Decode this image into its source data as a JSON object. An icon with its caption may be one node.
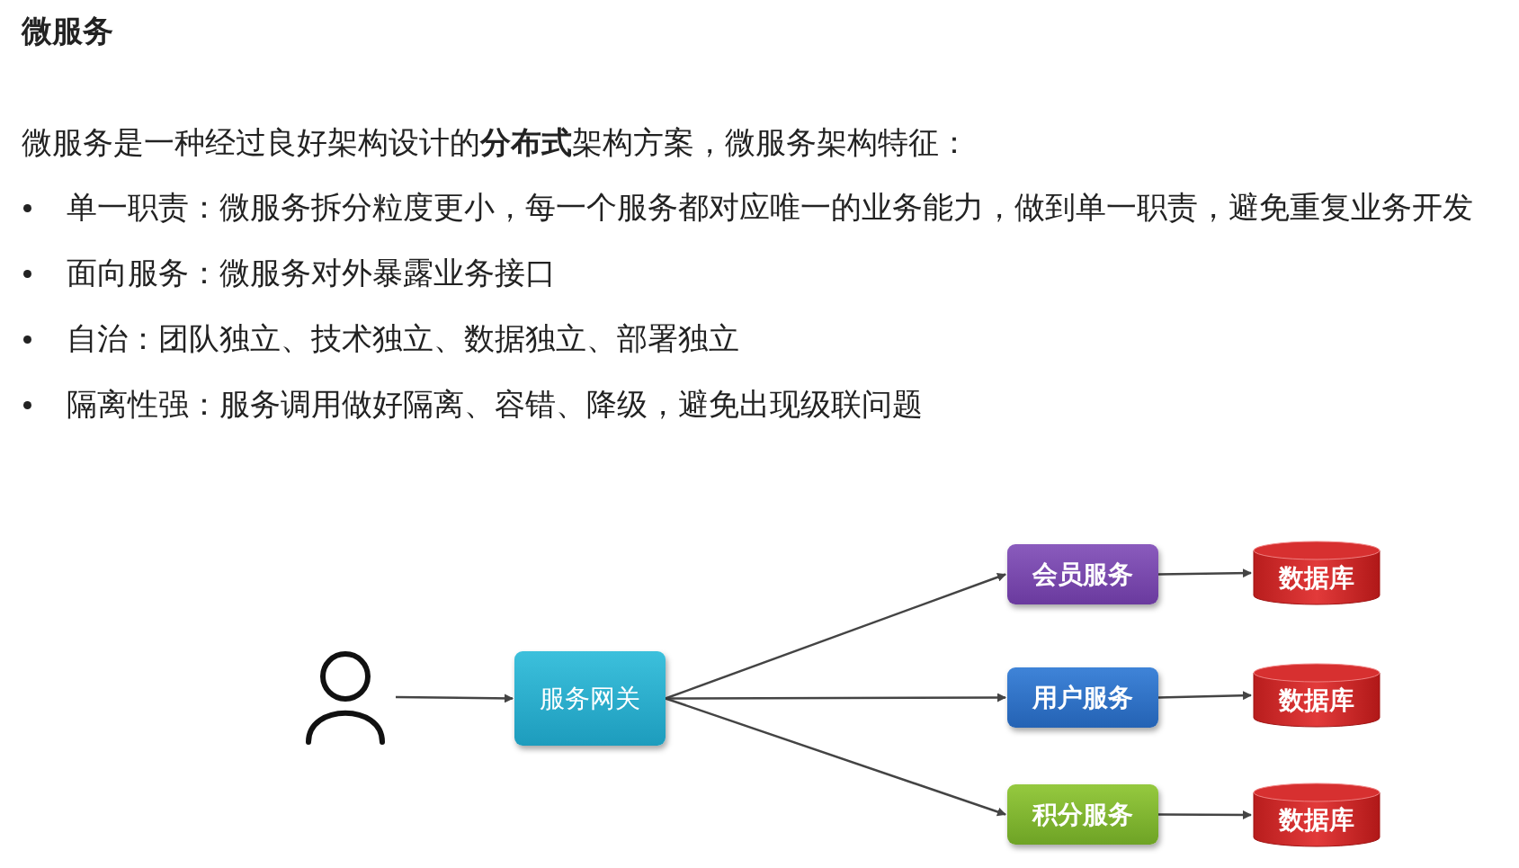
{
  "diagram": {
    "title": "微服务",
    "nodes": [
      {
        "text": [],
        "shape": "person"
      },
      {
        "text": [
          "服务网关"
        ]
      },
      {
        "text": [
          "会员服务"
        ]
      },
      {
        "text": [
          "用户服务"
        ]
      },
      {
        "text": [
          "积分服务"
        ]
      },
      {
        "text": [
          "数据库"
        ]
      },
      {
        "text": [
          "数据库"
        ]
      },
      {
        "text": [
          "数据库"
        ]
      }
    ],
    "edges": [
      {
        "from": 0,
        "to": 1,
        "arrow": "to"
      },
      {
        "from": 1,
        "to": 2,
        "arrow": "to"
      },
      {
        "from": 1,
        "to": 3,
        "arrow": "to"
      },
      {
        "from": 1,
        "to": 4,
        "arrow": "to"
      },
      {
        "from": 2,
        "to": 5,
        "arrow": "to"
      },
      {
        "from": 3,
        "to": 6,
        "arrow": "to"
      },
      {
        "from": 4,
        "to": 7,
        "arrow": "to"
      }
    ],
    "labels": [
      "微服务是一种经过良好架构设计的**分布式**架构方案，微服务架构特征：",
      "单一职责：微服务拆分粒度更小，每一个服务都对应唯一的业务能力，做到单一职责，避免重复业务开发",
      "面向服务：微服务对外暴露业务接口",
      "自治：团队独立、技术独立、数据独立、部署独立",
      "隔离性强：服务调用做好隔离、容错、降级，避免出现级联问题"
    ]
  }
}
